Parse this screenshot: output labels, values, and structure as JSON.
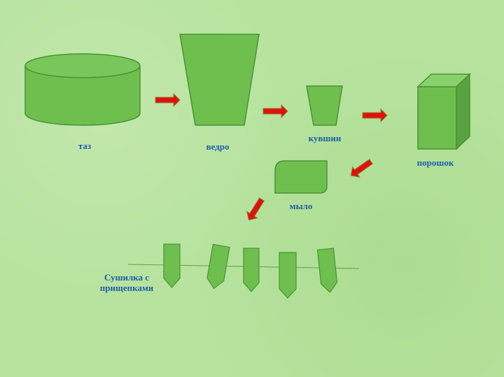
{
  "items": {
    "taz": "таз",
    "vedro": "ведро",
    "kuvshin": "кувшин",
    "poroshok": "порошок",
    "mylo": "мыло"
  },
  "dryer": {
    "line1": "Сушилка с",
    "line2": "прищепками"
  },
  "colors": {
    "shape_fill": "#6fbf4f",
    "shape_stroke": "#4a9334",
    "arrow_fill": "#e01010",
    "arrow_stroke": "#8a8a2a",
    "label_text": "#1f5fa8"
  }
}
